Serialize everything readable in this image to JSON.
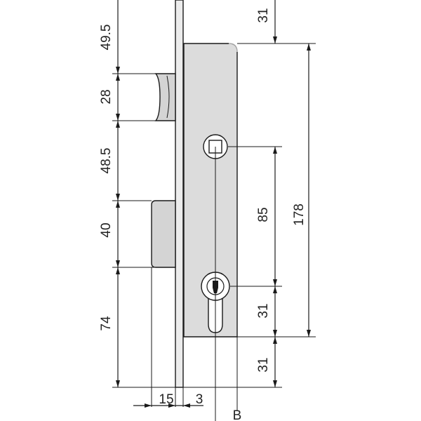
{
  "dimensions": {
    "top_right_offset": "31",
    "latch_top_offset": "49.5",
    "latch_height": "28",
    "latch_to_spindle": "48.5",
    "deadbolt_height": "40",
    "bottom_offset": "74",
    "right_spindle_to_cylinder": "85",
    "right_cylinder_offset": "31",
    "right_total_height": "178",
    "right_bottom_offset": "31",
    "backset": "15",
    "faceplate_thickness": "3",
    "label_b": "B"
  },
  "colors": {
    "lock_body": "#dcdcdc",
    "faceplate": "#ececec",
    "latch": "#d4d4d4",
    "bolt": "#d4d4d4",
    "line": "#1a1a1a"
  }
}
